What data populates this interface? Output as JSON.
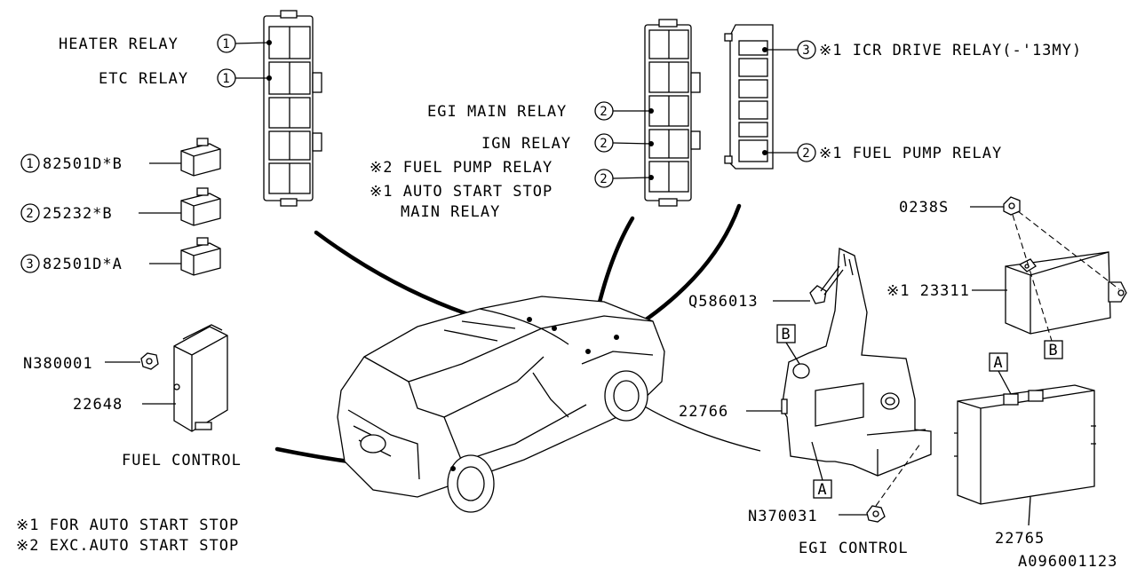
{
  "relay_box_left": {
    "heater_relay": "HEATER RELAY",
    "etc_relay": "ETC RELAY",
    "ref_1": "1"
  },
  "relay_parts": {
    "part1": {
      "ref": "1",
      "number": "82501D*B"
    },
    "part2": {
      "ref": "2",
      "number": "25232*B"
    },
    "part3": {
      "ref": "3",
      "number": "82501D*A"
    }
  },
  "relay_box_center": {
    "egi_main_relay": "EGI MAIN RELAY",
    "ign_relay": "IGN RELAY",
    "fuel_pump_relay_exc": "※2 FUEL PUMP RELAY",
    "auto_start_stop_line1": "※1 AUTO START STOP",
    "auto_start_stop_line2": "MAIN RELAY",
    "ref_2": "2"
  },
  "relay_box_right": {
    "icr_drive_relay": "※1 ICR DRIVE RELAY(-'13MY)",
    "fuel_pump_relay": "※1 FUEL PUMP RELAY",
    "ref_3": "3",
    "ref_2": "2"
  },
  "fuel_control": {
    "nut": "N380001",
    "module": "22648",
    "label": "FUEL CONTROL"
  },
  "egi_control": {
    "bolt": "Q586013",
    "bracket": "22766",
    "nut": "N370031",
    "ecu": "22765",
    "label": "EGI CONTROL",
    "tag_a": "A",
    "tag_b": "B"
  },
  "icr_unit": {
    "screw": "0238S",
    "part": "※1 23311"
  },
  "notes": {
    "note1": "※1 FOR AUTO START STOP",
    "note2": "※2 EXC.AUTO START STOP"
  },
  "drawing_code": "A096001123"
}
